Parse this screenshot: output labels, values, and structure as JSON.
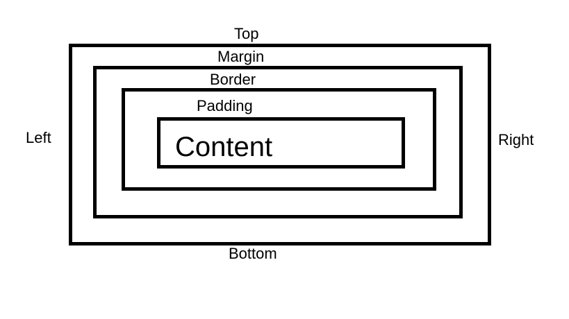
{
  "diagram": {
    "labels": {
      "top": "Top",
      "margin": "Margin",
      "border": "Border",
      "padding": "Padding",
      "content": "Content",
      "left": "Left",
      "right": "Right",
      "bottom": "Bottom"
    },
    "colors": {
      "stroke": "#000000",
      "background": "#ffffff",
      "text": "#000000"
    }
  }
}
